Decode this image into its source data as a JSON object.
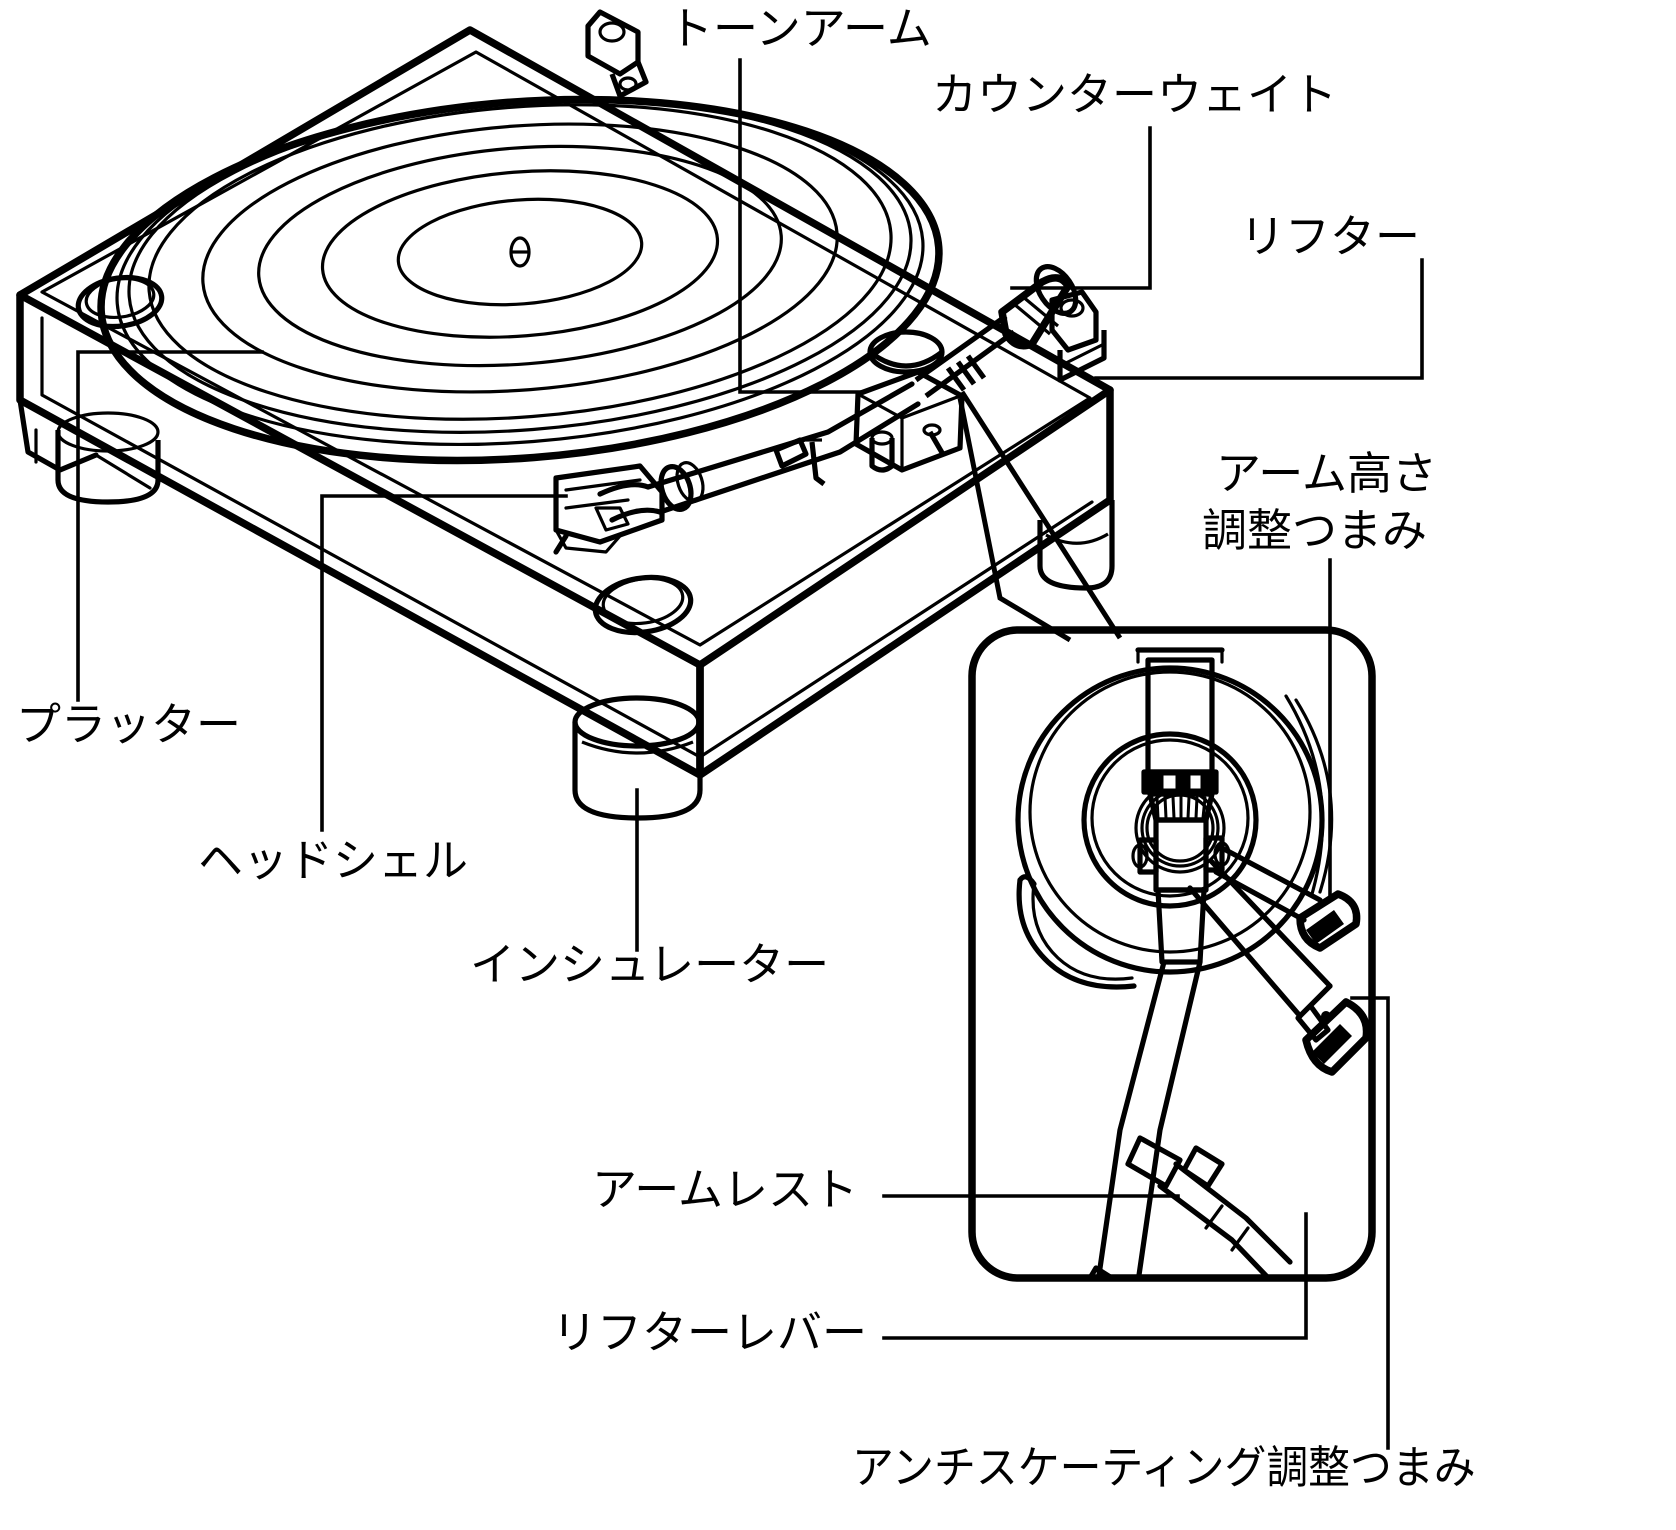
{
  "diagram": {
    "title": "turntable-parts-diagram",
    "language": "ja",
    "line_color": "#000000",
    "background_color": "#ffffff"
  },
  "labels": {
    "tonearm": "トーンアーム",
    "counterweight": "カウンターウェイト",
    "lifter": "リフター",
    "arm_height_knob_l1": "アーム高さ",
    "arm_height_knob_l2": "調整つまみ",
    "platter": "プラッター",
    "headshell": "ヘッドシェル",
    "insulator": "インシュレーター",
    "armrest": "アームレスト",
    "lifter_lever": "リフターレバー",
    "antiskating_knob": "アンチスケーティング調整つまみ"
  },
  "parts_list": [
    {
      "id": "tonearm",
      "label": "トーンアーム",
      "callout": "top-center"
    },
    {
      "id": "counterweight",
      "label": "カウンターウェイト",
      "callout": "top-right"
    },
    {
      "id": "lifter",
      "label": "リフター",
      "callout": "right"
    },
    {
      "id": "arm-height",
      "label": "アーム高さ調整つまみ",
      "callout": "right-inset"
    },
    {
      "id": "platter",
      "label": "プラッター",
      "callout": "left"
    },
    {
      "id": "headshell",
      "label": "ヘッドシェル",
      "callout": "left-lower"
    },
    {
      "id": "insulator",
      "label": "インシュレーター",
      "callout": "bottom-center"
    },
    {
      "id": "armrest",
      "label": "アームレスト",
      "callout": "bottom-inset-left"
    },
    {
      "id": "lifter-lever",
      "label": "リフターレバー",
      "callout": "bottom-inset-left"
    },
    {
      "id": "anti-skating",
      "label": "アンチスケーティング調整つまみ",
      "callout": "bottom-inset-right"
    }
  ]
}
